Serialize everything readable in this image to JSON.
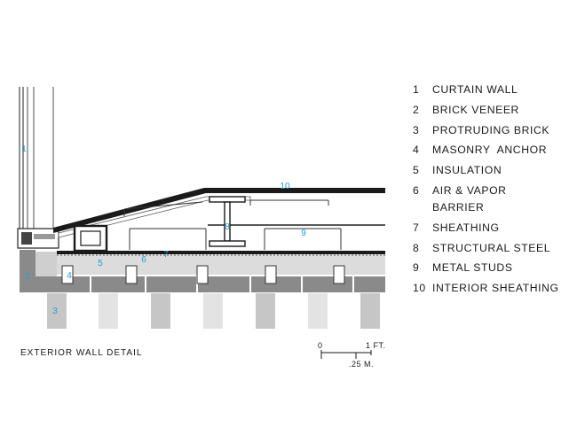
{
  "caption": "EXTERIOR WALL DETAIL",
  "scale": {
    "start": "0",
    "end": "1 FT.",
    "metric": ".25 M."
  },
  "callout_color": "#1f9fd6",
  "legend": [
    {
      "number": "1",
      "label": "CURTAIN WALL"
    },
    {
      "number": "2",
      "label": "BRICK VENEER"
    },
    {
      "number": "3",
      "label": "PROTRUDING BRICK"
    },
    {
      "number": "4",
      "label": "MASONRY  ANCHOR"
    },
    {
      "number": "5",
      "label": "INSULATION"
    },
    {
      "number": "6",
      "label": "AIR & VAPOR BARRIER"
    },
    {
      "number": "7",
      "label": "SHEATHING"
    },
    {
      "number": "8",
      "label": "STRUCTURAL STEEL"
    },
    {
      "number": "9",
      "label": "METAL STUDS"
    },
    {
      "number": "10",
      "label": "INTERIOR SHEATHING"
    }
  ],
  "callouts": [
    "1",
    "2",
    "3",
    "4",
    "5",
    "6",
    "7",
    "8",
    "9",
    "10"
  ]
}
